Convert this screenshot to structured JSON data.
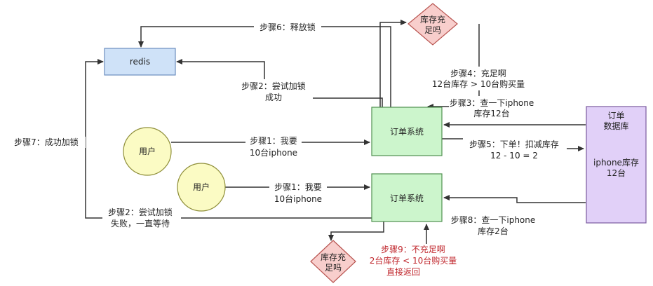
{
  "nodes": {
    "redis": "redis",
    "user_1": "用户",
    "user_2": "用户",
    "order_system_1": "订单系统",
    "order_system_2": "订单系统",
    "stock_check_top": [
      "库存充",
      "足吗"
    ],
    "stock_check_bottom": [
      "库存充",
      "足吗"
    ],
    "order_db_title": [
      "订单",
      "数据库"
    ],
    "order_db_content": [
      "iphone库存",
      "12台"
    ]
  },
  "labels": {
    "step1_upper": [
      "步骤1：我要",
      "10台iphone"
    ],
    "step1_lower": [
      "步骤1：我要",
      "10台iphone"
    ],
    "step2_success": [
      "步骤2：尝试加锁",
      "成功"
    ],
    "step2_fail": [
      "步骤2：尝试加锁",
      "失败，一直等待"
    ],
    "step3": [
      "步骤3：查一下iphone",
      "库存12台"
    ],
    "step4": [
      "步骤4：充足啊",
      "12台库存 > 10台购买量"
    ],
    "step5": [
      "步骤5：下单！扣减库存",
      "12 - 10 = 2"
    ],
    "step6": "步骤6：释放锁",
    "step7": "步骤7：成功加锁",
    "step8": [
      "步骤8：查一下iphone",
      "库存2台"
    ],
    "step9": [
      "步骤9：不充足啊",
      "2台库存 < 10台购买量",
      "直接返回"
    ]
  },
  "colors": {
    "redis_fill": "#cfe2f8",
    "redis_stroke": "#6c8ebf",
    "user_fill": "#fbfbc4",
    "user_stroke": "#8f8f3a",
    "order_fill": "#ccf5cc",
    "order_stroke": "#4f8f4f",
    "diamond_fill": "#f8cecc",
    "diamond_stroke": "#b85450",
    "db_fill": "#e1d0f8",
    "db_stroke": "#7a5a9e",
    "line": "#333333",
    "step9_text": "#c0272d"
  }
}
